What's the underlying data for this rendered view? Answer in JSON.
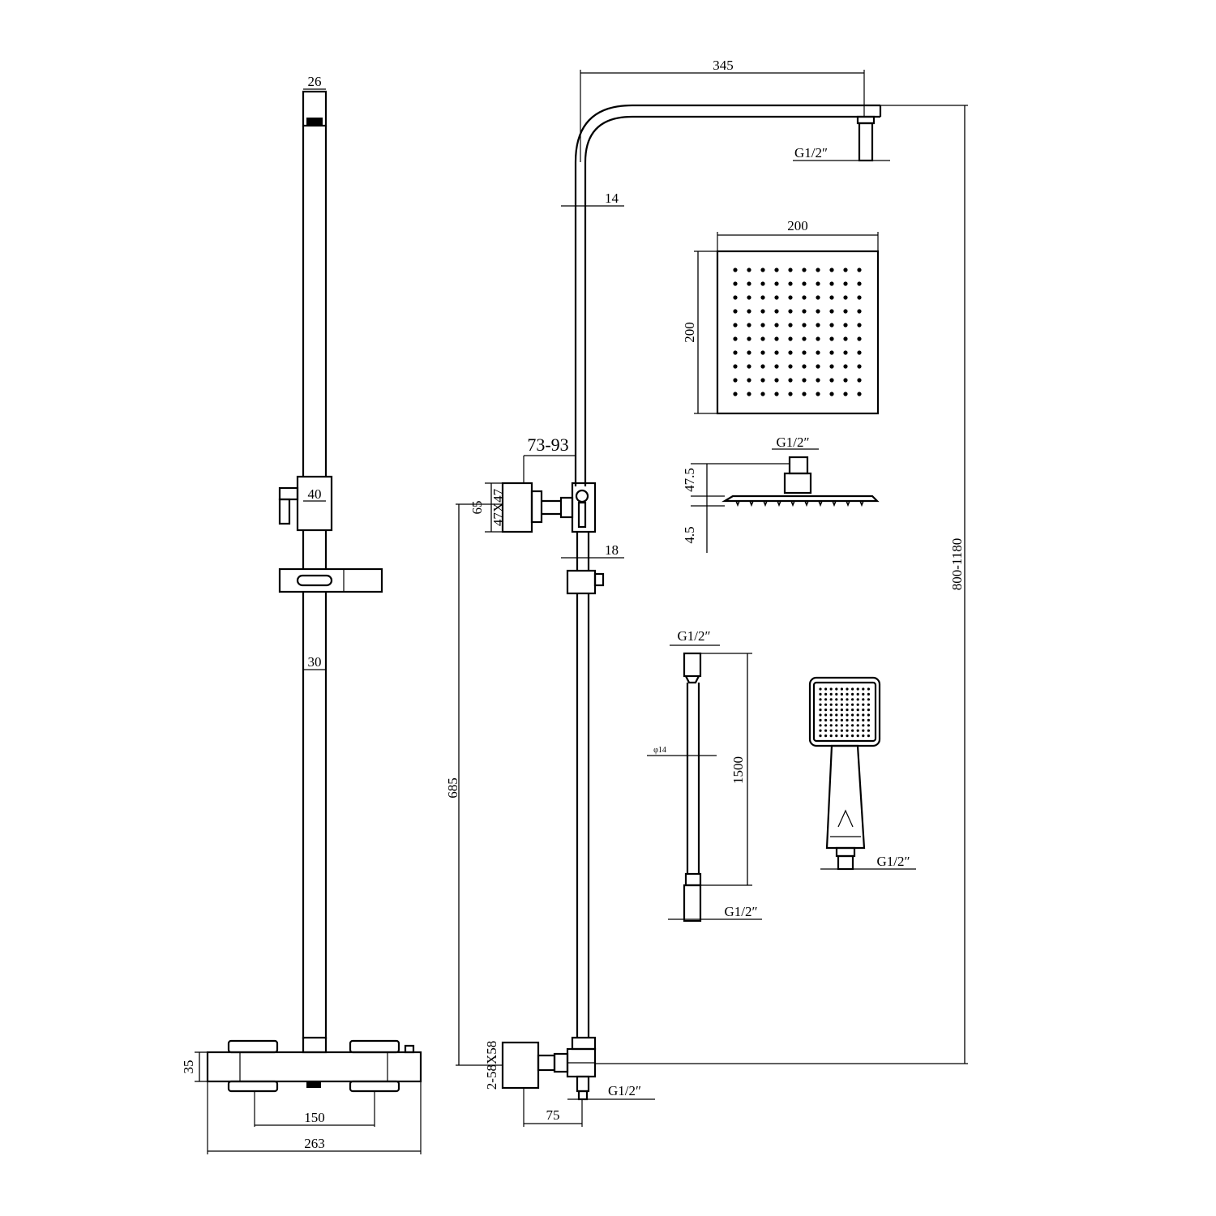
{
  "labels": {
    "top_width": "26",
    "bracket_width": "40",
    "pipe_diameter": "30",
    "valve_height": "35",
    "center_distance": "150",
    "total_width": "263",
    "arm_length": "345",
    "arm_inlet": "G1/2″",
    "upper_pipe": "14",
    "head_width": "200",
    "head_height": "200",
    "adjust_range": "73-93",
    "bracket_size": "47X47",
    "bracket_height": "65",
    "lower_pipe": "18",
    "head_inlet": "G1/2″",
    "head_thickness": "47.5",
    "head_plate": "4.5",
    "total_height": "800-1180",
    "hose_inlet_top": "G1/2″",
    "hose_diameter": "φ14",
    "hose_length": "1500",
    "hose_inlet_bottom": "G1/2″",
    "handshower_inlet": "G1/2″",
    "outlet_size": "2-58X58",
    "outlet_thread": "G1/2″",
    "outlet_offset": "75",
    "valve_to_bracket": "685"
  }
}
